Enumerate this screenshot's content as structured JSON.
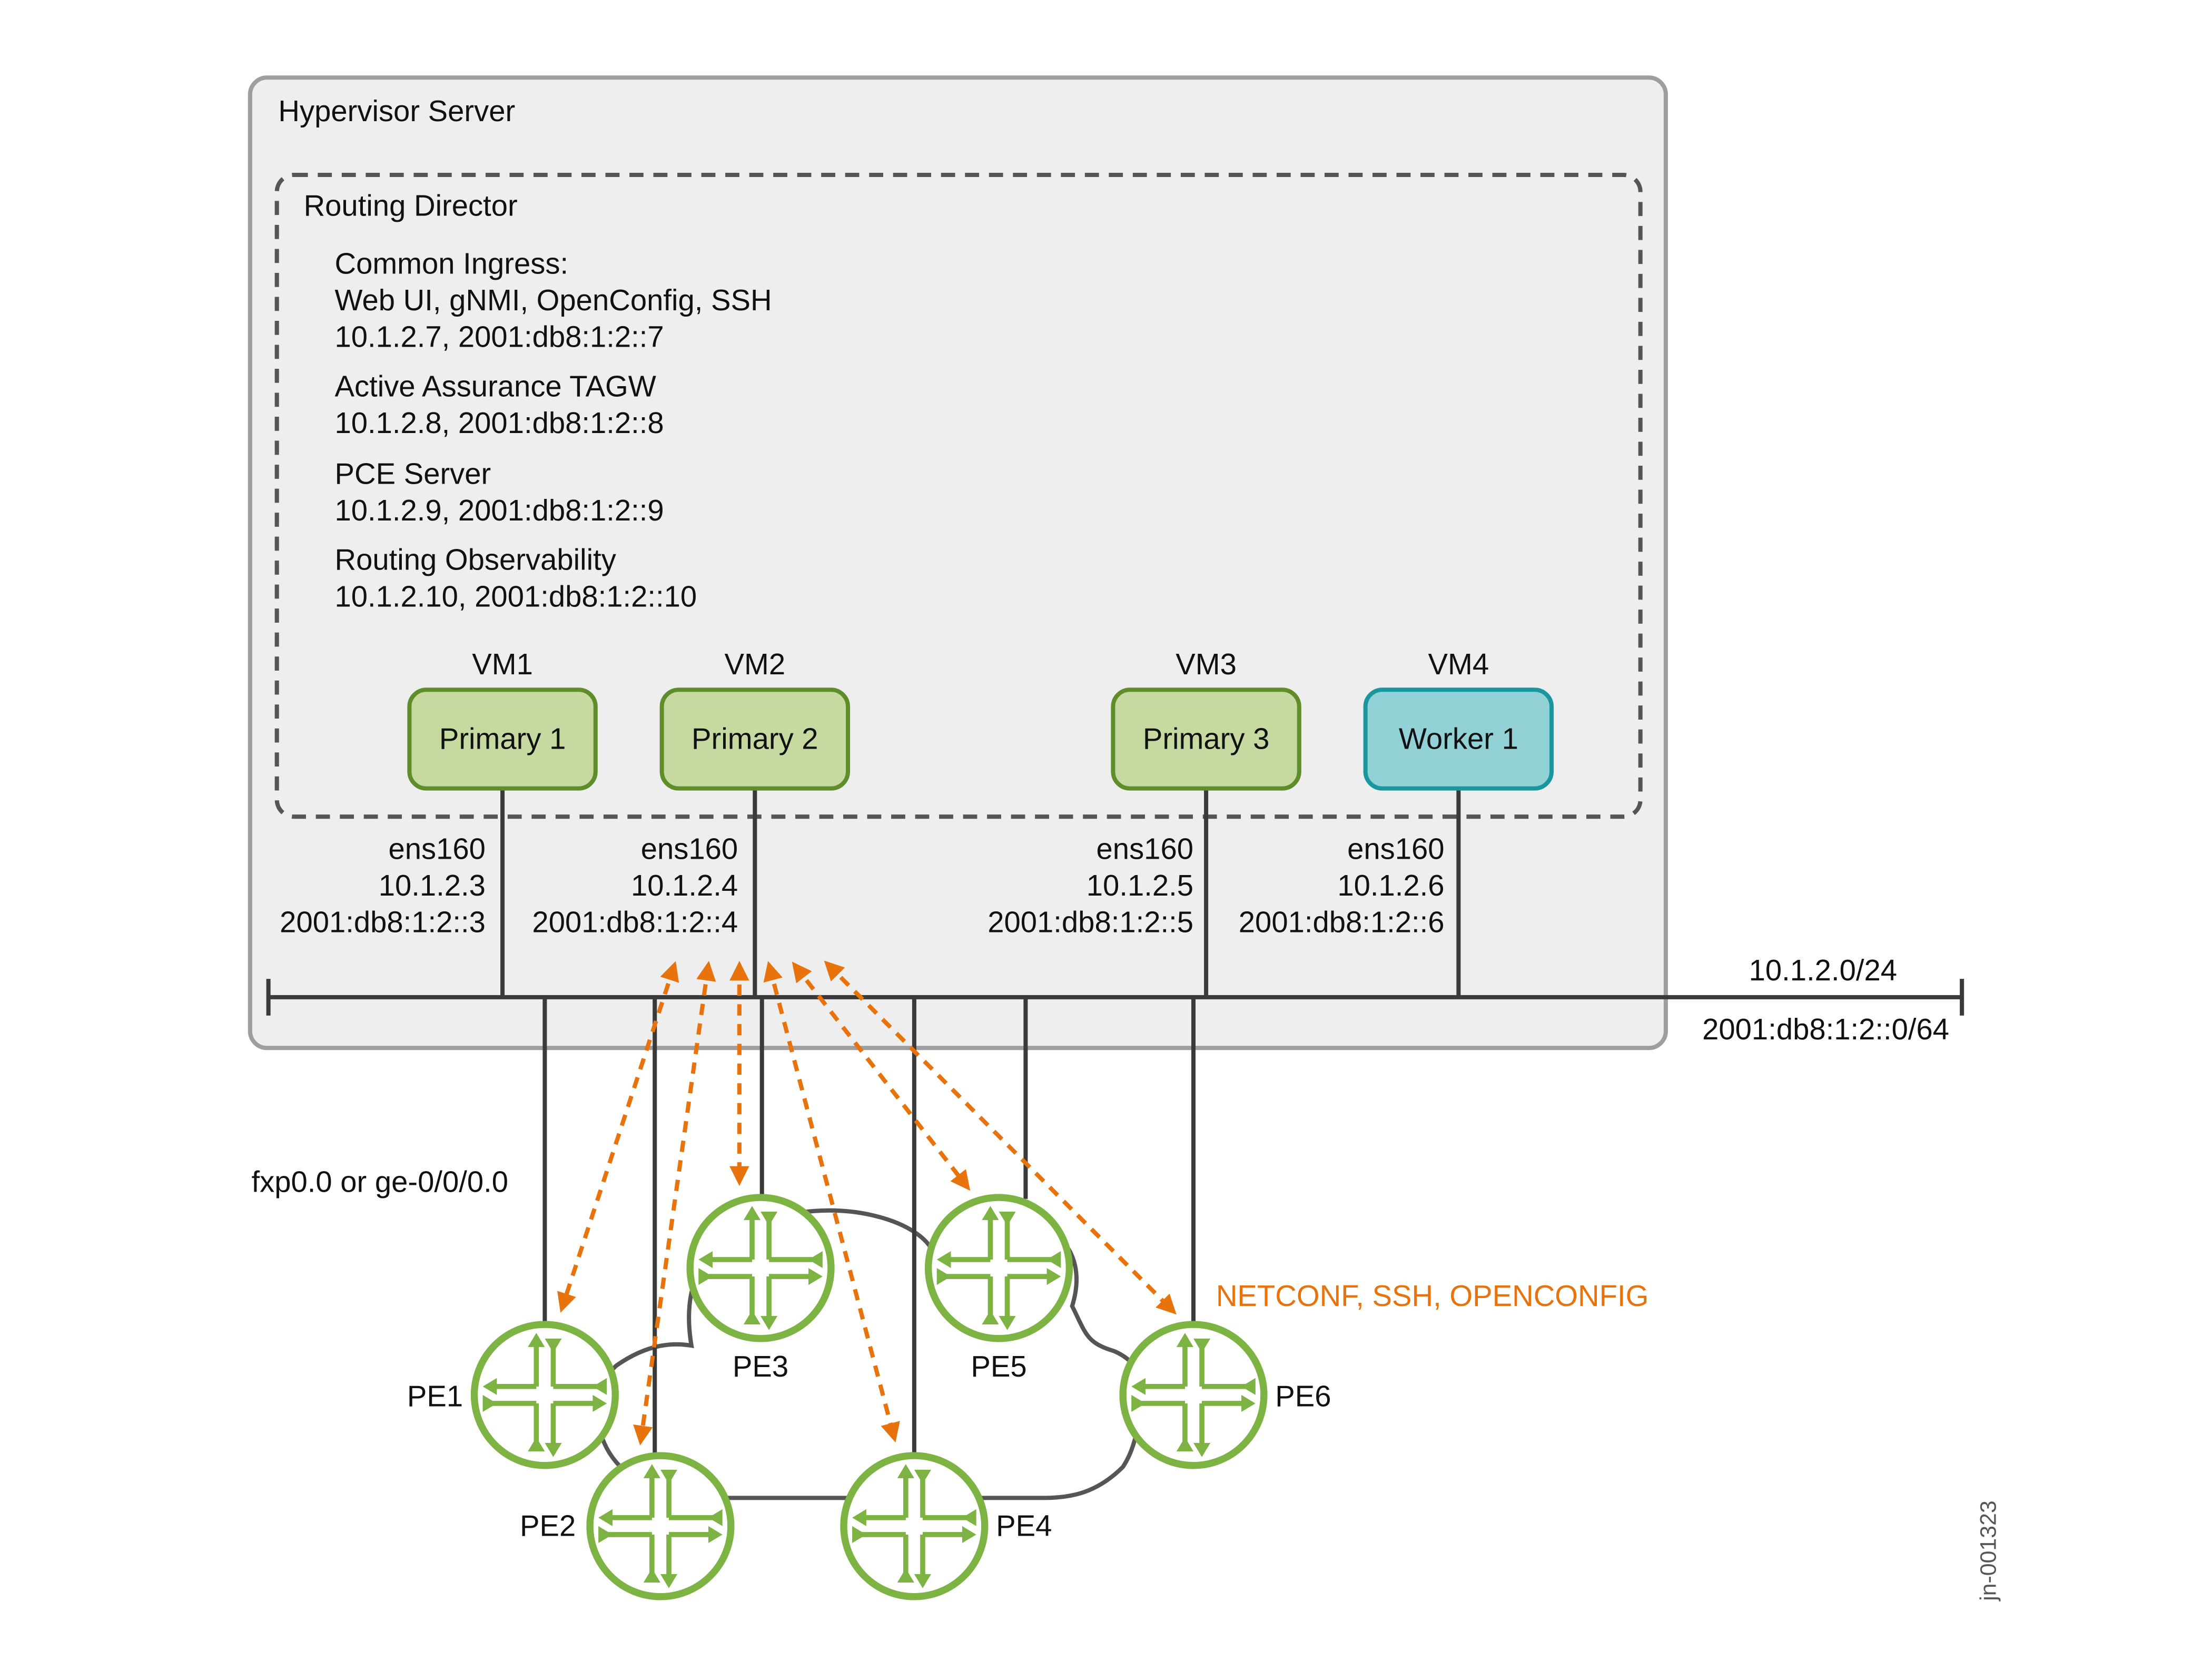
{
  "colors": {
    "router_green": "#7cb342",
    "vm_primary_fill": "#c5d9a0",
    "vm_primary_stroke": "#5e8d2a",
    "vm_worker_fill": "#92d1d6",
    "vm_worker_stroke": "#1a979e",
    "flow_orange": "#e8730c",
    "line_dark": "#3a3a3a"
  },
  "hypervisor": {
    "label": "Hypervisor Server"
  },
  "routing_director": {
    "label": "Routing Director",
    "services": [
      {
        "lines": [
          "Common Ingress:",
          "Web UI, gNMI, OpenConfig, SSH",
          "10.1.2.7, 2001:db8:1:2::7"
        ]
      },
      {
        "lines": [
          "Active Assurance TAGW",
          "10.1.2.8, 2001:db8:1:2::8"
        ]
      },
      {
        "lines": [
          "PCE Server",
          "10.1.2.9, 2001:db8:1:2::9"
        ]
      },
      {
        "lines": [
          "Routing Observability",
          "10.1.2.10, 2001:db8:1:2::10"
        ]
      }
    ]
  },
  "vms": [
    {
      "name": "VM1",
      "label": "Primary 1",
      "role": "primary",
      "iface": "ens160",
      "ipv4": "10.1.2.3",
      "ipv6": "2001:db8:1:2::3"
    },
    {
      "name": "VM2",
      "label": "Primary 2",
      "role": "primary",
      "iface": "ens160",
      "ipv4": "10.1.2.4",
      "ipv6": "2001:db8:1:2::4"
    },
    {
      "name": "VM3",
      "label": "Primary 3",
      "role": "primary",
      "iface": "ens160",
      "ipv4": "10.1.2.5",
      "ipv6": "2001:db8:1:2::5"
    },
    {
      "name": "VM4",
      "label": "Worker 1",
      "role": "worker",
      "iface": "ens160",
      "ipv4": "10.1.2.6",
      "ipv6": "2001:db8:1:2::6"
    }
  ],
  "network": {
    "ipv4_subnet": "10.1.2.0/24",
    "ipv6_subnet": "2001:db8:1:2::0/64"
  },
  "mgmt_interface_label": "fxp0.0 or ge-0/0/0.0",
  "protocols_label": "NETCONF, SSH, OPENCONFIG",
  "routers": [
    {
      "name": "PE1",
      "icon": "router-icon"
    },
    {
      "name": "PE2",
      "icon": "router-icon"
    },
    {
      "name": "PE3",
      "icon": "router-icon"
    },
    {
      "name": "PE4",
      "icon": "router-icon"
    },
    {
      "name": "PE5",
      "icon": "router-icon"
    },
    {
      "name": "PE6",
      "icon": "router-icon"
    }
  ],
  "figure_id": "jn-001323"
}
